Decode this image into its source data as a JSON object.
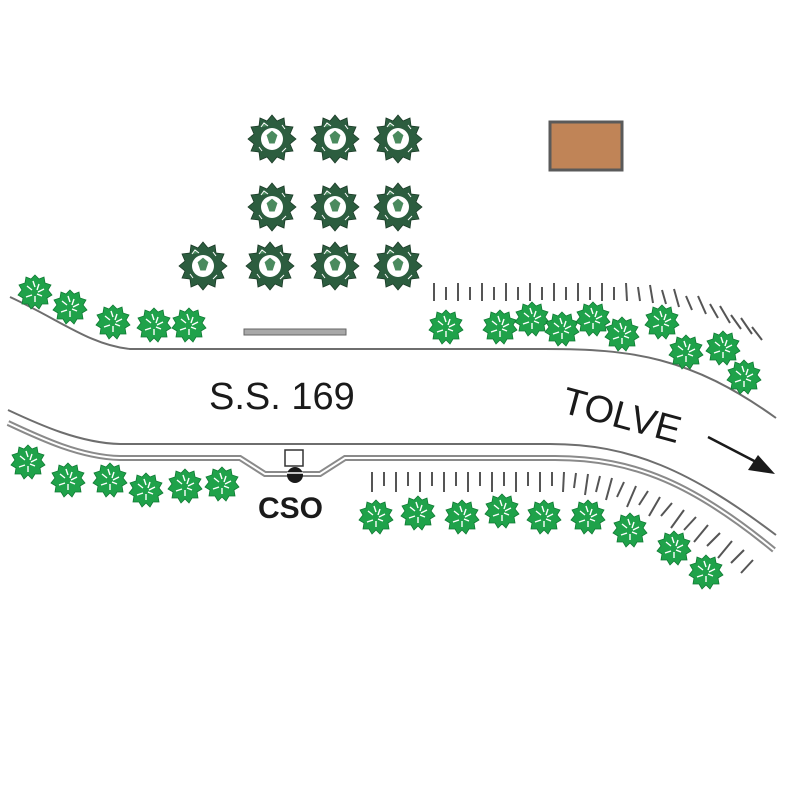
{
  "labels": {
    "road": "S.S. 169",
    "direction": "TOLVE",
    "station": "CSO"
  },
  "colors": {
    "road_edge": "#6e6e6e",
    "guardrail": "#8a8a8a",
    "bush": "#1fa24a",
    "bush_dark": "#0f7a33",
    "tree": "#2c5d3f",
    "tree_light": "#ffffff",
    "building": "#c08457",
    "building_edge": "#5a5a5a",
    "hatch": "#555555"
  },
  "icons": {
    "tree": "tree-icon",
    "bush": "bush-icon",
    "building": "building-icon",
    "station": "station-icon",
    "arrow": "arrow-icon"
  }
}
